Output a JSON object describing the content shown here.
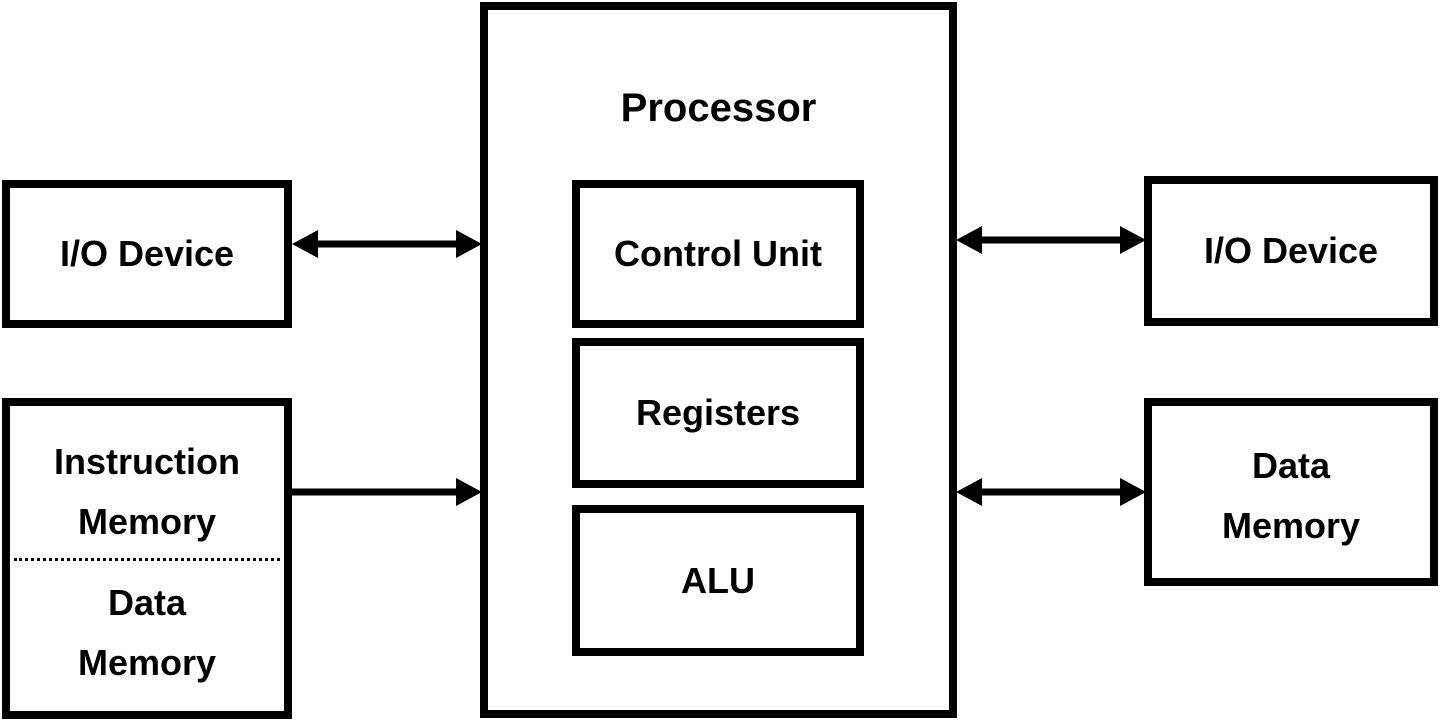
{
  "processor": {
    "title": "Processor",
    "control_unit": "Control Unit",
    "registers": "Registers",
    "alu": "ALU"
  },
  "left": {
    "io_device": "I/O Device",
    "memory_top_line1": "Instruction",
    "memory_top_line2": "Memory",
    "memory_bottom_line1": "Data",
    "memory_bottom_line2": "Memory"
  },
  "right": {
    "io_device": "I/O Device",
    "data_memory_line1": "Data",
    "data_memory_line2": "Memory"
  }
}
